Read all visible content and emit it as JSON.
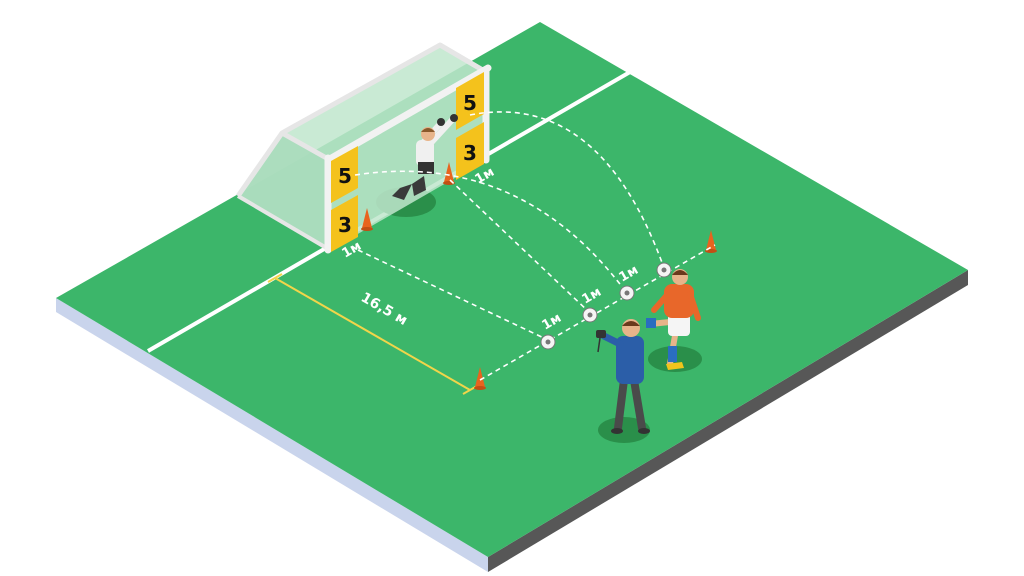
{
  "colors": {
    "pitch": "#3cb66a",
    "pitch_dark": "#2e9c56",
    "side_right": "#595959",
    "side_left": "#c9d4ec",
    "goal_net": "#b9e3c8",
    "target_yellow": "#f4c21c",
    "cone_orange": "#e8641e",
    "line_white": "#ffffff",
    "distance_yellow": "#f1d54a",
    "player_orange": "#e8672a",
    "coach_blue": "#2b5ea8"
  },
  "targets": {
    "top_left": "5",
    "top_right": "5",
    "bottom_left": "3",
    "bottom_right": "3"
  },
  "distances": {
    "penalty_area": "16,5 м",
    "gap_1": "1м",
    "gap_2": "1м",
    "gap_3": "1м",
    "goal_left": "1м",
    "goal_right": "1м"
  },
  "icons": [
    "cone-icon",
    "ball-icon",
    "goalkeeper-figure",
    "player-figure",
    "coach-figure"
  ]
}
